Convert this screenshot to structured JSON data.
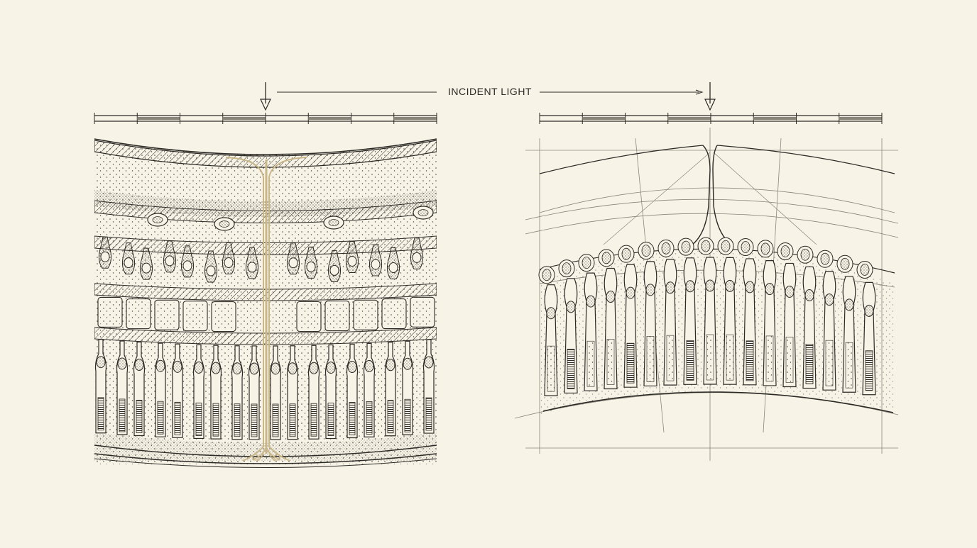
{
  "caption": {
    "label": "INCIDENT LIGHT"
  },
  "colors": {
    "paper": "#f7f3e6",
    "ink": "#2c2a26",
    "fiber": "#c9b78a",
    "stipple": "#4a463f",
    "guide": "#8a867c"
  },
  "panels": [
    {
      "name": "left-retina-cross-section",
      "style": "stippled-detailed"
    },
    {
      "name": "right-retina-cross-section",
      "style": "construction-sketch"
    }
  ]
}
